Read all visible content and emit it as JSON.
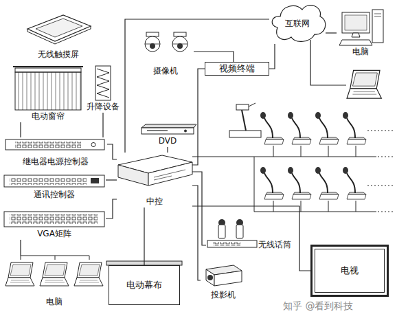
{
  "diagram": {
    "nodes": [
      {
        "text": [
          "无线触摸屏"
        ]
      },
      {
        "text": [
          "摄像机"
        ]
      },
      {
        "text": [
          "互联网"
        ]
      },
      {
        "text": [
          "电脑"
        ]
      },
      {
        "text": [
          "视频终端"
        ]
      },
      {
        "text": [
          "电动窗帘"
        ]
      },
      {
        "text": [
          "升降设备"
        ]
      },
      {
        "text": [
          "DVD"
        ]
      },
      {
        "text": [
          "继电器电源控制器"
        ]
      },
      {
        "text": [
          "中控"
        ]
      },
      {
        "text": [
          "通讯控制器"
        ]
      },
      {
        "text": [
          "VGA矩阵"
        ]
      },
      {
        "text": [
          "无线话筒"
        ]
      },
      {
        "text": [
          "电视"
        ]
      },
      {
        "text": [
          "电脑"
        ]
      },
      {
        "text": [
          "电动幕布"
        ]
      },
      {
        "text": [
          "投影机"
        ]
      }
    ],
    "edges": [
      {
        "from": 9,
        "to": 8,
        "arrow": "none"
      },
      {
        "from": 9,
        "to": 10,
        "arrow": "none"
      },
      {
        "from": 9,
        "to": 11,
        "arrow": "none"
      },
      {
        "from": 9,
        "to": 7,
        "arrow": "none"
      },
      {
        "from": 9,
        "to": 4,
        "arrow": "none"
      },
      {
        "from": 4,
        "to": 1,
        "arrow": "none"
      },
      {
        "from": 4,
        "to": 2,
        "arrow": "none"
      },
      {
        "from": 2,
        "to": 3,
        "arrow": "none"
      },
      {
        "from": 9,
        "to": 2,
        "arrow": "none"
      },
      {
        "from": 9,
        "to": 16,
        "arrow": "none"
      },
      {
        "from": 9,
        "to": 15,
        "arrow": "none"
      },
      {
        "from": 9,
        "to": 13,
        "arrow": "none"
      },
      {
        "from": 9,
        "to": 12,
        "arrow": "none"
      },
      {
        "from": 8,
        "to": 5,
        "arrow": "none"
      },
      {
        "from": 8,
        "to": 6,
        "arrow": "none"
      },
      {
        "from": 11,
        "to": 14,
        "arrow": "none"
      }
    ],
    "labels": [
      "知乎 @看到科技"
    ]
  }
}
